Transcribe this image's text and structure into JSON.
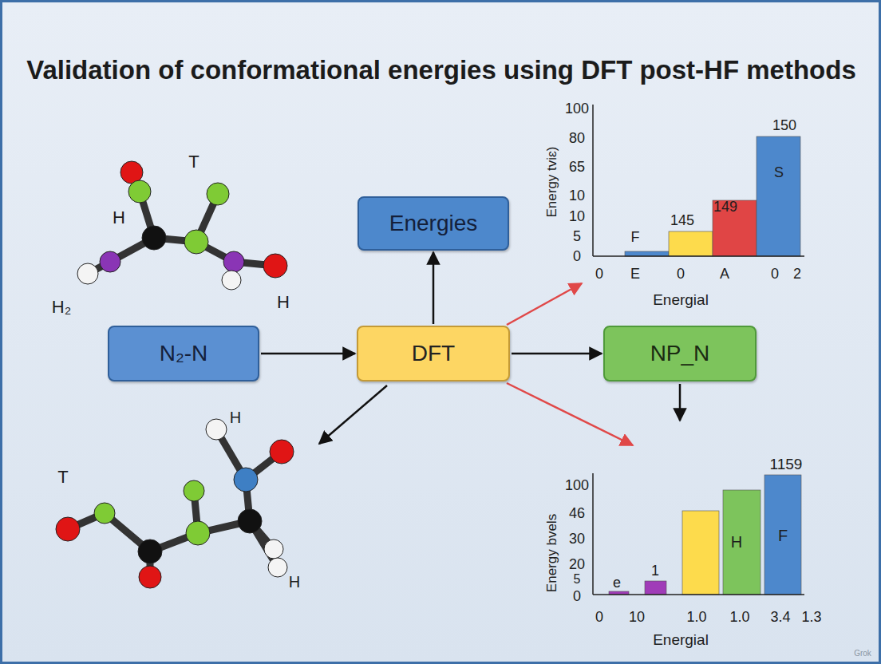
{
  "diagram": {
    "title": "Validation of conformational energies using DFT post-HF methods",
    "nodes": [
      {
        "text": [
          "Energies"
        ]
      },
      {
        "text": [
          "N₂-N"
        ]
      },
      {
        "text": [
          "DFT"
        ]
      },
      {
        "text": [
          "NP_N"
        ]
      }
    ],
    "edges": [
      {
        "from": 1,
        "to": 2,
        "arrow": "to"
      },
      {
        "from": 2,
        "to": 0,
        "arrow": "to"
      },
      {
        "from": 2,
        "to": 3,
        "arrow": "to"
      }
    ],
    "labels": [
      "T",
      "H",
      "H₂",
      "H",
      "100",
      "80",
      "65",
      "10",
      "10",
      "5",
      "0",
      "F",
      "145",
      "149",
      "150",
      "S",
      "0",
      "E",
      "0",
      "A",
      "0",
      "2",
      "Energy tviɛ)",
      "Energial",
      "H",
      "T",
      "H",
      "100",
      "46",
      "30",
      "20",
      "5",
      "0",
      "e",
      "1",
      "H",
      "F",
      "1159",
      "0",
      "10",
      "1.0",
      "1.0",
      "3.4",
      "1.3",
      "Energy bvels",
      "Energial",
      "Grok"
    ]
  }
}
